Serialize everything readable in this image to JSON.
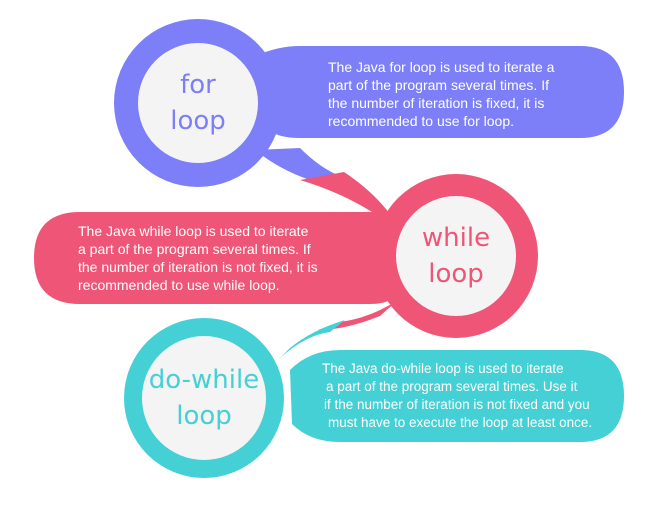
{
  "colors": {
    "for": "#7c7ff7",
    "while": "#ef5577",
    "do_while": "#45d0d6",
    "circle_fill": "#f4f4f4"
  },
  "loops": [
    {
      "title_line1": "for",
      "title_line2": "loop",
      "desc_lines": [
        "The Java for loop is used to iterate a",
        "part of the program several times. If",
        "the number of iteration is fixed, it is",
        "recommended to use for loop."
      ]
    },
    {
      "title_line1": "while",
      "title_line2": "loop",
      "desc_lines": [
        "The Java while loop is used to iterate",
        "a part of the program several times. If",
        "the number of iteration is not fixed, it is",
        "recommended to use while loop."
      ]
    },
    {
      "title_line1": "do-while",
      "title_line2": "loop",
      "desc_lines": [
        "The Java do-while loop is used to iterate",
        "a part of the program several times. Use it",
        "if the number of iteration is not fixed and you",
        "must have to execute the loop at least once."
      ]
    }
  ]
}
